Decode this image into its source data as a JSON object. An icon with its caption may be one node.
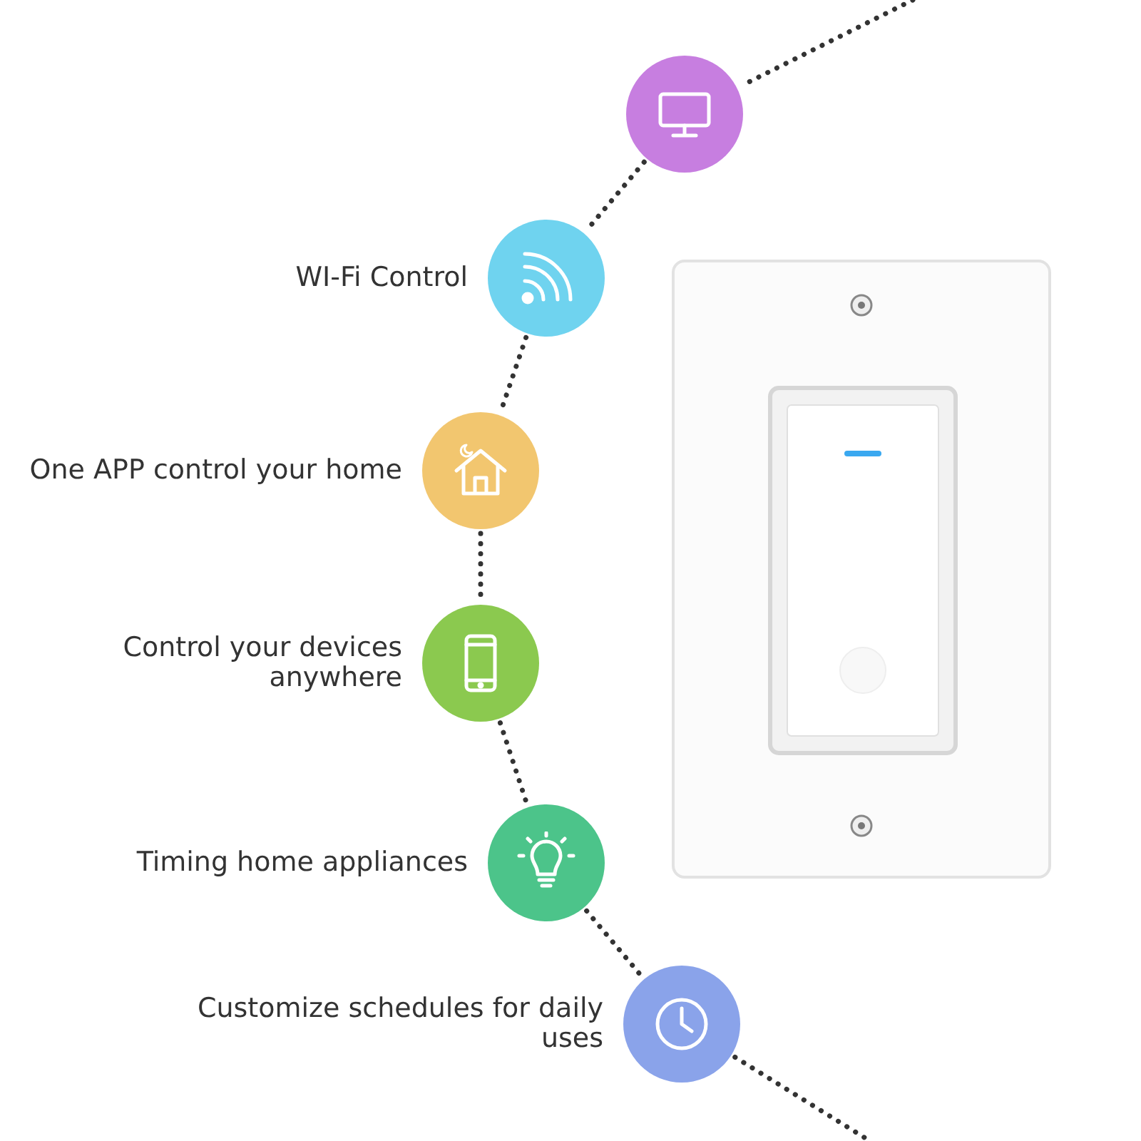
{
  "diagram": {
    "nodes": [
      {
        "text": [],
        "shape": "circle"
      },
      {
        "text": [],
        "shape": "circle",
        "beside": [
          "WI-Fi Control"
        ]
      },
      {
        "text": [],
        "shape": "circle",
        "beside": [
          "One APP control your home"
        ]
      },
      {
        "text": [],
        "shape": "circle",
        "beside": [
          "Control your devices anywhere"
        ]
      },
      {
        "text": [],
        "shape": "circle",
        "beside": [
          "Timing home appliances"
        ]
      },
      {
        "text": [],
        "shape": "circle",
        "beside": [
          "Customize schedules for daily uses"
        ]
      }
    ],
    "edges": [
      {
        "from": null,
        "to": 0,
        "arrow": "none",
        "style": "dashed"
      },
      {
        "from": 0,
        "to": 1,
        "arrow": "none",
        "style": "dashed"
      },
      {
        "from": 1,
        "to": 2,
        "arrow": "none",
        "style": "dashed"
      },
      {
        "from": 2,
        "to": 3,
        "arrow": "none",
        "style": "dashed"
      },
      {
        "from": 3,
        "to": 4,
        "arrow": "none",
        "style": "dashed"
      },
      {
        "from": 4,
        "to": 5,
        "arrow": "none",
        "style": "dashed"
      },
      {
        "from": 5,
        "to": null,
        "arrow": "none",
        "style": "dashed"
      }
    ]
  }
}
